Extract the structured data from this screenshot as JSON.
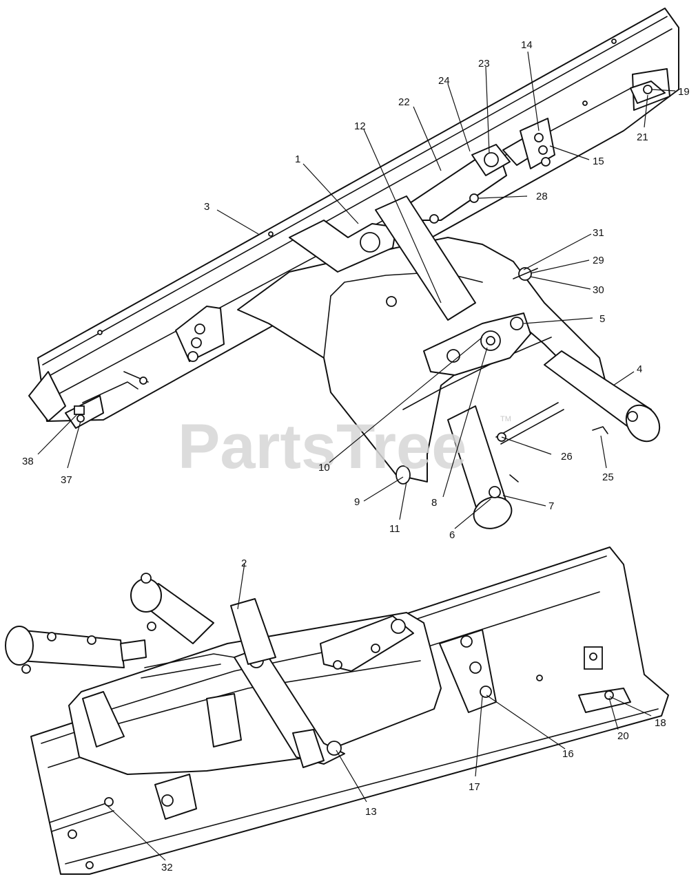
{
  "watermark": {
    "text": "PartsTree",
    "trademark": "TM"
  },
  "callouts": {
    "c1": "1",
    "c2": "2",
    "c3": "3",
    "c4": "4",
    "c5": "5",
    "c6": "6",
    "c7": "7",
    "c8": "8",
    "c9": "9",
    "c10": "10",
    "c11": "11",
    "c12": "12",
    "c13": "13",
    "c14": "14",
    "c15": "15",
    "c16": "16",
    "c17": "17",
    "c18": "18",
    "c19": "19",
    "c20": "20",
    "c21": "21",
    "c22": "22",
    "c23": "23",
    "c24": "24",
    "c25": "25",
    "c26": "26",
    "c28": "28",
    "c29": "29",
    "c30": "30",
    "c31": "31",
    "c32": "32",
    "c37": "37",
    "c38": "38"
  }
}
